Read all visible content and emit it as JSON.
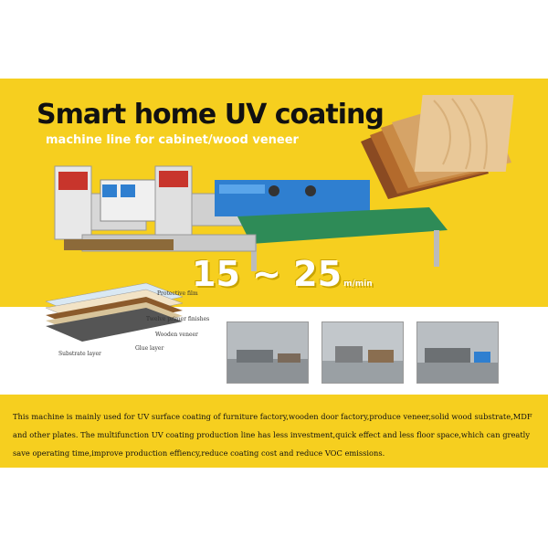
{
  "title": "Smart home UV coating",
  "subtitle": "machine line for cabinet/wood veneer",
  "speed": {
    "value": "15 ~ 25",
    "unit": "m/min"
  },
  "layers": [
    {
      "label": "Protective film"
    },
    {
      "label": "Twelve primer finishes"
    },
    {
      "label": "Wooden veneer"
    },
    {
      "label": "Glue layer"
    },
    {
      "label": "Substrate layer"
    }
  ],
  "photos": [
    {
      "name": "factory-photo-1"
    },
    {
      "name": "factory-photo-2"
    },
    {
      "name": "factory-photo-3"
    }
  ],
  "description": "This machine is mainly used for UV surface coating of furniture factory,wooden door factory,produce veneer,solid wood substrate,MDF and other plates. The multifunction UV coating production line has less investment,quick effect and less floor space,which can greatly save operating time,improve production effiency,reduce coating cost and reduce VOC emissions.",
  "colors": {
    "banner": "#f6cf1f",
    "machine_blue": "#2f7fd0",
    "conveyor_green": "#2e8b57"
  }
}
